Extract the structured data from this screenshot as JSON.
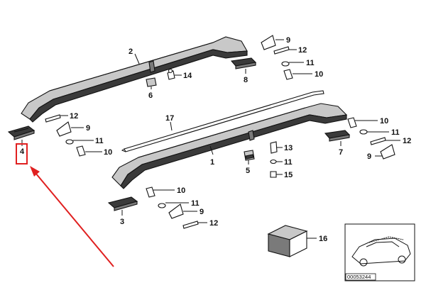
{
  "diagram": {
    "callouts": {
      "p1": "1",
      "p2": "2",
      "p3": "3",
      "p4": "4",
      "p5": "5",
      "p6": "6",
      "p7": "7",
      "p8": "8",
      "p17": "17",
      "p16": "16",
      "p14": "14",
      "p13": "13",
      "p15": "15",
      "top_9": "9",
      "top_12": "12",
      "top_11": "11",
      "top_10": "10",
      "left_12": "12",
      "left_9": "9",
      "left_11": "11",
      "left_10": "10",
      "right_10": "10",
      "right_11": "11",
      "right_12": "12",
      "right_9": "9",
      "mid_11": "11",
      "bot_10": "10",
      "bot_11": "11",
      "bot_9": "9",
      "bot_12": "12"
    },
    "reference_number": "00053244",
    "highlight_color": "#e02020"
  }
}
